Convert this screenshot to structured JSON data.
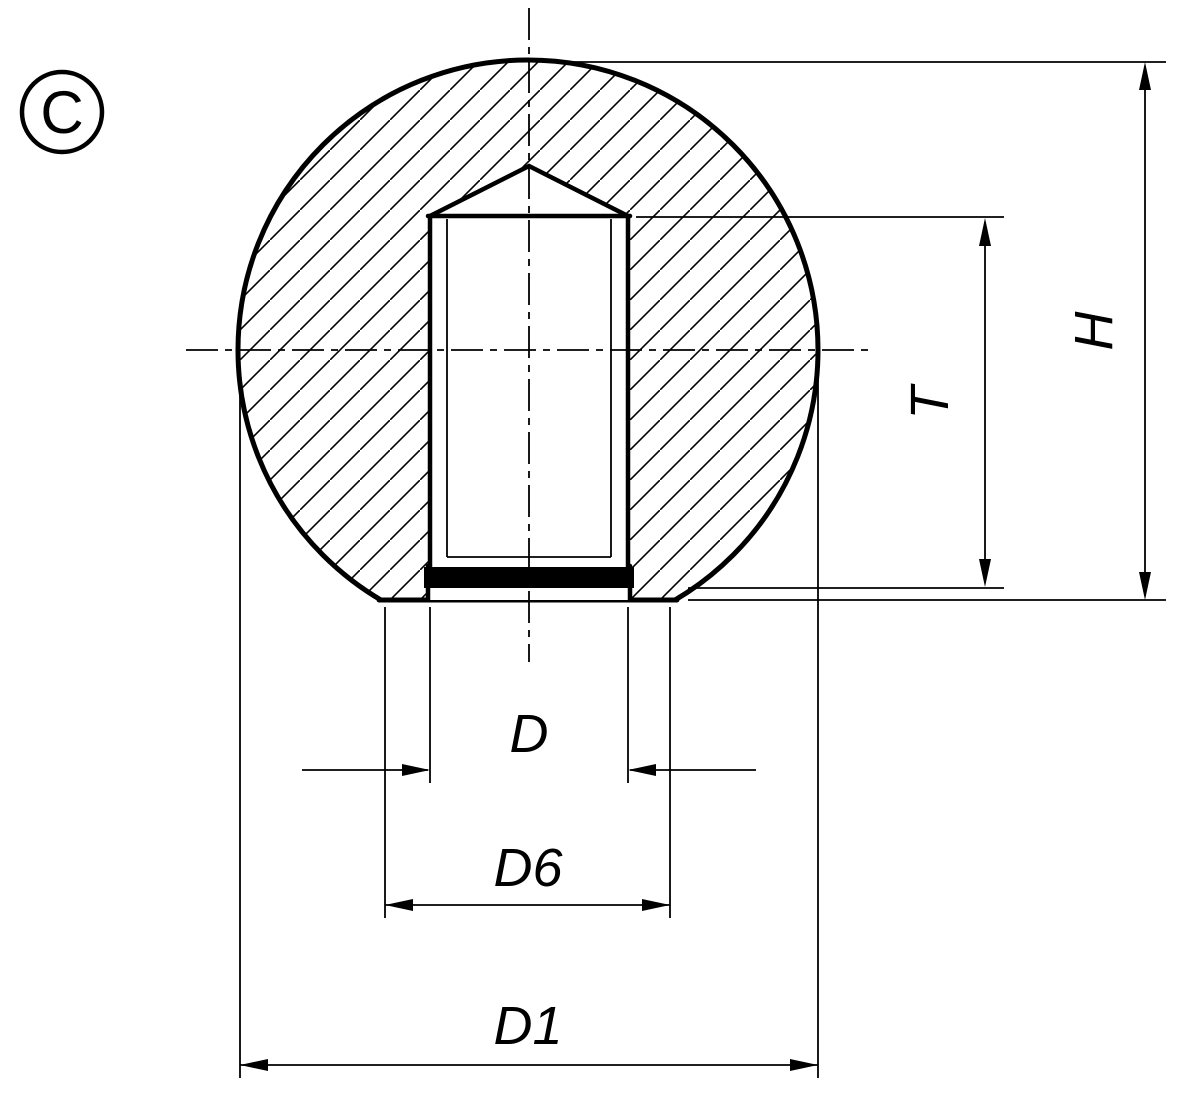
{
  "drawing": {
    "view_label": "C",
    "dimensions": {
      "thread": "D",
      "bushing_diameter": "D6",
      "ball_diameter": "D1",
      "thread_depth": "T",
      "height": "H"
    }
  },
  "colors": {
    "line": "#000000",
    "background": "#ffffff"
  }
}
